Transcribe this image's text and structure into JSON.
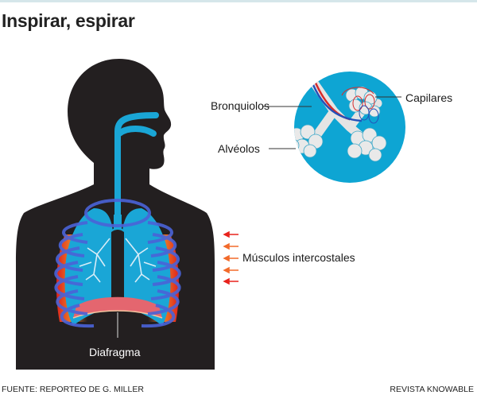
{
  "title": "Inspirar, espirar",
  "labels": {
    "bronquiolos": "Bronquiolos",
    "alveolos": "Alvéolos",
    "capilares": "Capilares",
    "musculos": "Músculos intercostales",
    "diafragma": "Diafragma"
  },
  "footer": {
    "source": "FUENTE: REPORTEO DE G. MILLER",
    "credit": "REVISTA KNOWABLE"
  },
  "colors": {
    "body": "#231f20",
    "airway": "#1aa6d6",
    "inset_circle": "#0ea5d3",
    "ribs": "#4a63d8",
    "muscle": "#f47b26",
    "diaphragm": "#e4666f",
    "arrow_red": "#e8221c",
    "arrow_orange": "#f26a2a"
  }
}
